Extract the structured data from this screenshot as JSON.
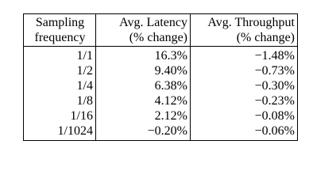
{
  "table": {
    "headers": [
      [
        "Sampling",
        "frequency"
      ],
      [
        "Avg. Latency",
        "(% change)"
      ],
      [
        "Avg. Throughput",
        "(% change)"
      ]
    ],
    "rows": [
      [
        "1/1",
        "16.3%",
        "−1.48%"
      ],
      [
        "1/2",
        "9.40%",
        "−0.73%"
      ],
      [
        "1/4",
        "6.38%",
        "−0.30%"
      ],
      [
        "1/8",
        "4.12%",
        "−0.23%"
      ],
      [
        "1/16",
        "2.12%",
        "−0.08%"
      ],
      [
        "1/1024",
        "−0.20%",
        "−0.06%"
      ]
    ]
  }
}
